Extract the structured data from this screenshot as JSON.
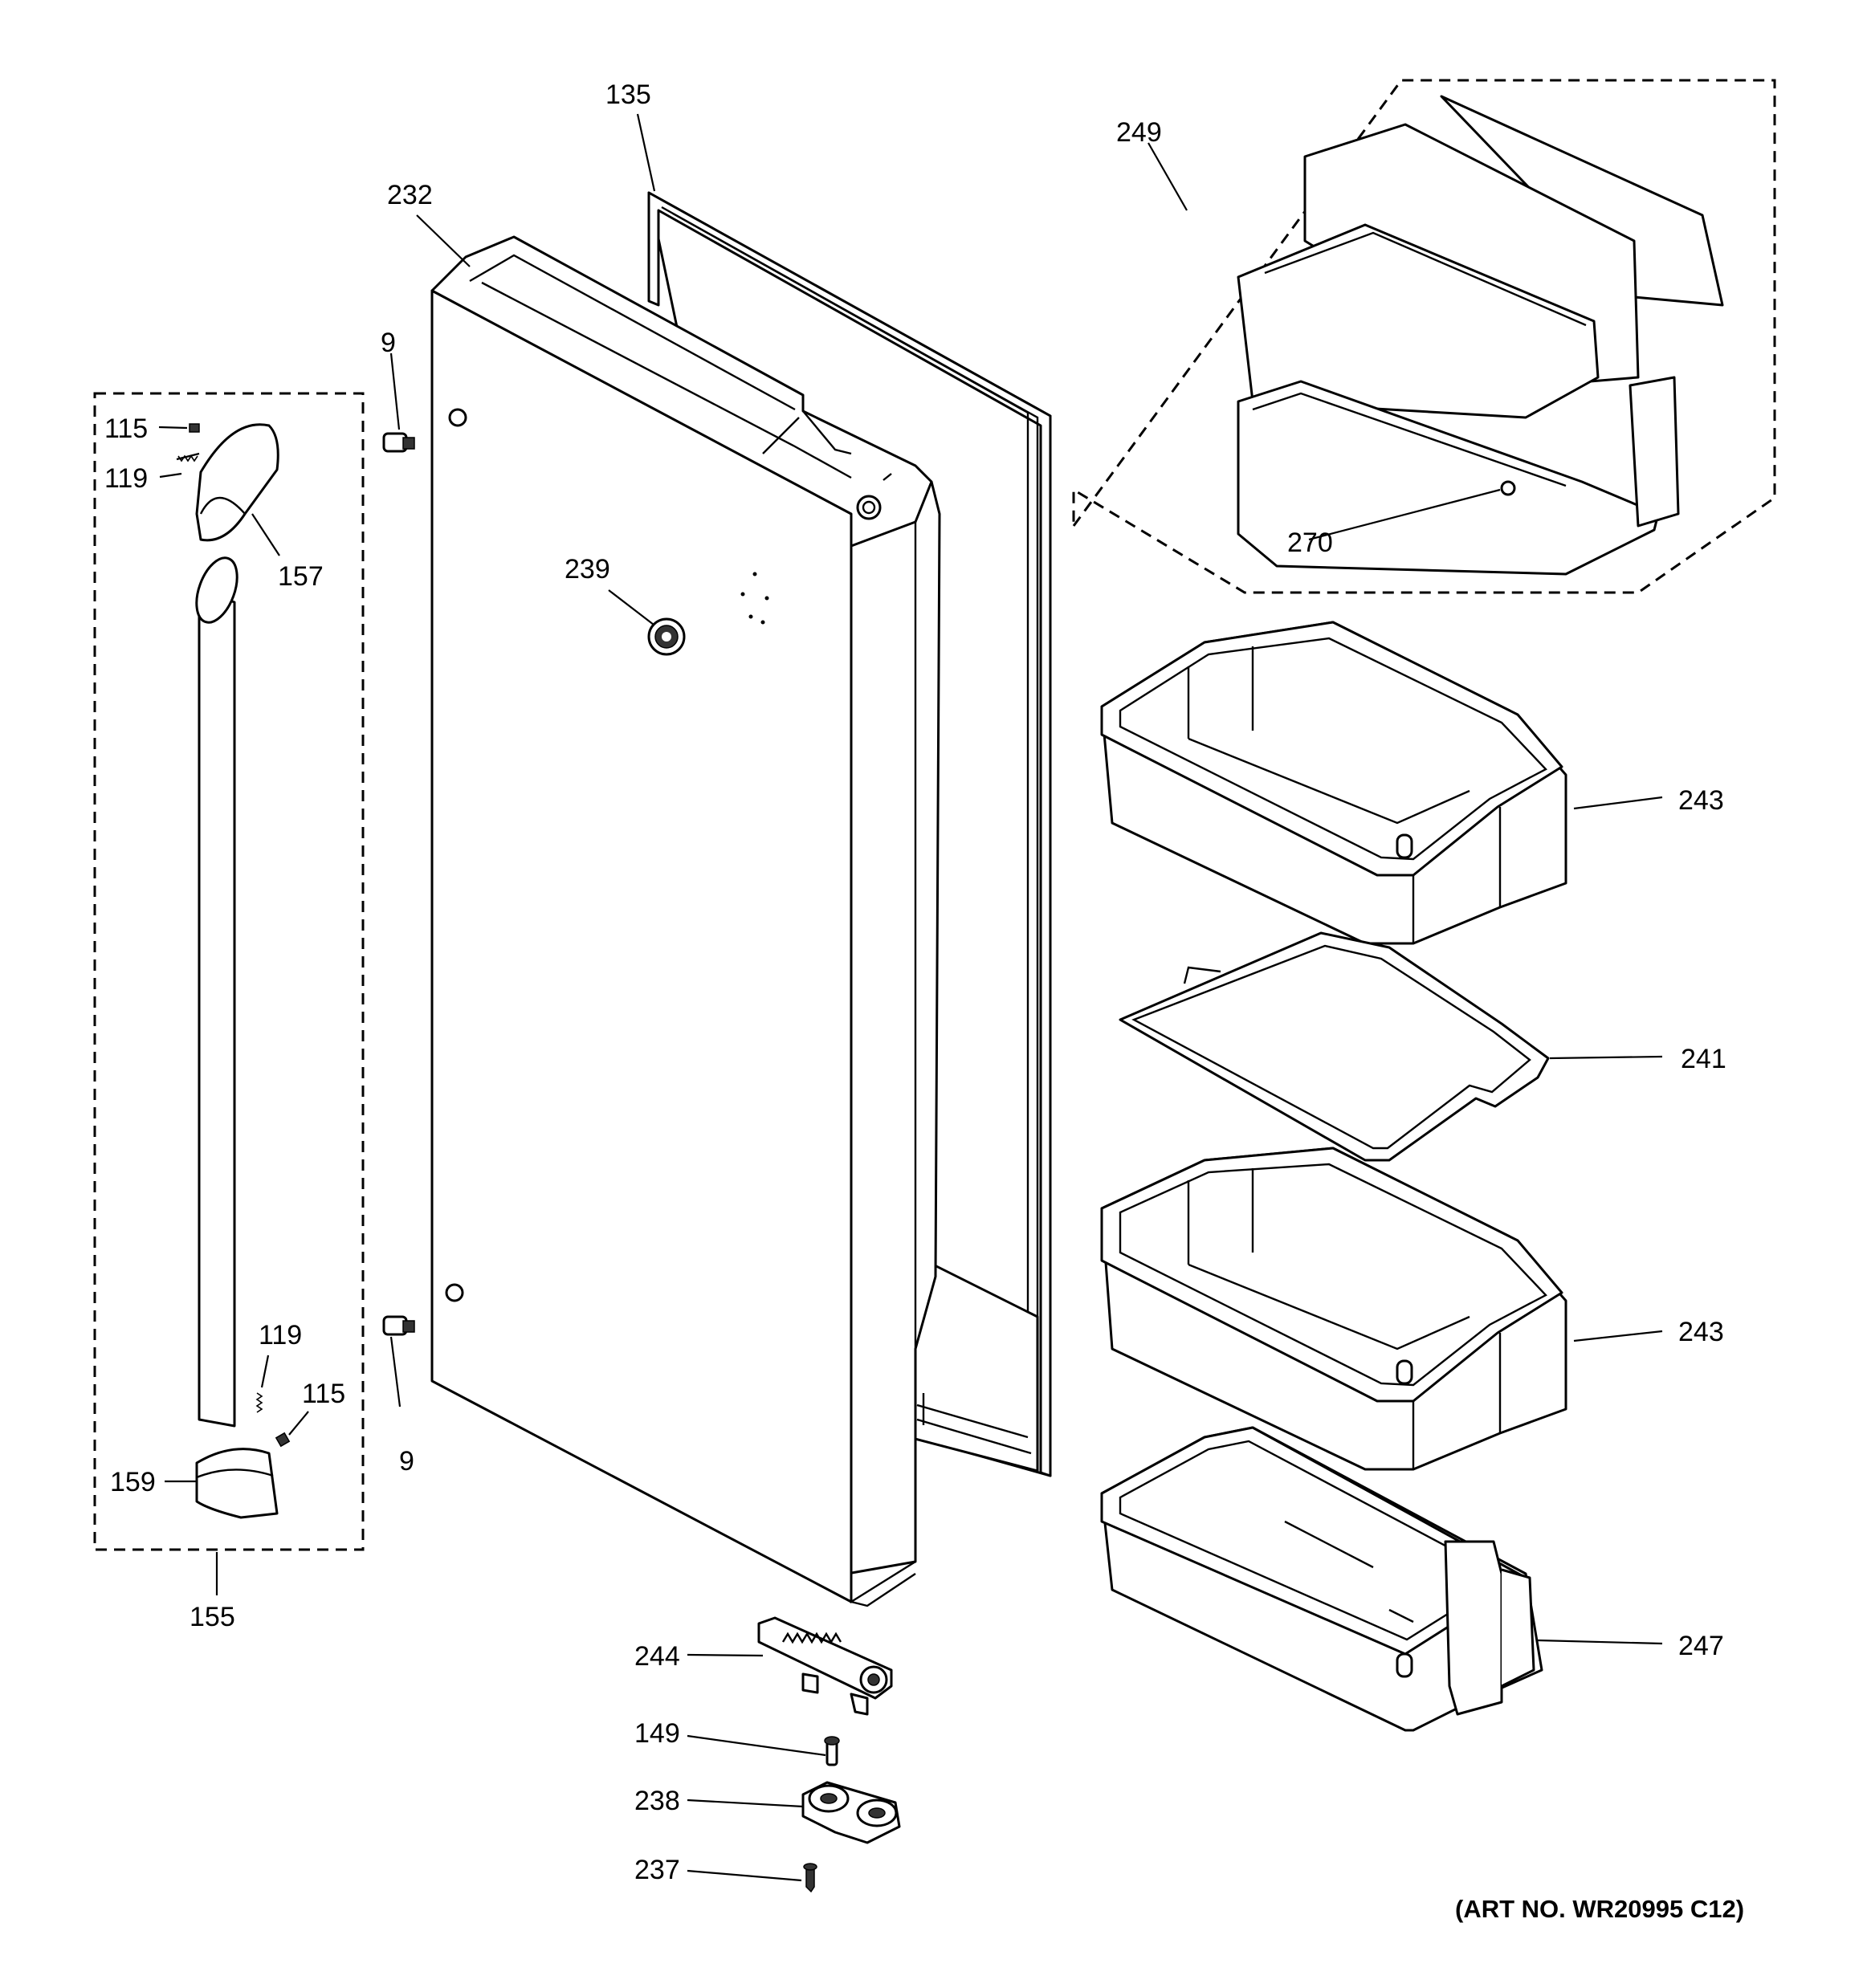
{
  "callouts": {
    "p135": "135",
    "p232": "232",
    "p249": "249",
    "p9_top": "9",
    "p9_bottom": "9",
    "p115_top": "115",
    "p119_top": "119",
    "p157": "157",
    "p239": "239",
    "p270": "270",
    "p243_top": "243",
    "p241": "241",
    "p243_bottom": "243",
    "p119_bottom": "119",
    "p115_bottom": "115",
    "p159": "159",
    "p155": "155",
    "p244": "244",
    "p247": "247",
    "p149": "149",
    "p238": "238",
    "p237": "237"
  },
  "art_number": "(ART NO. WR20995 C12)",
  "icons": {
    "door": "refrigerator-door-icon",
    "gasket": "door-gasket-icon",
    "handle": "door-handle-icon",
    "bin": "door-bin-icon",
    "hinge": "hinge-icon",
    "screw": "screw-icon"
  }
}
